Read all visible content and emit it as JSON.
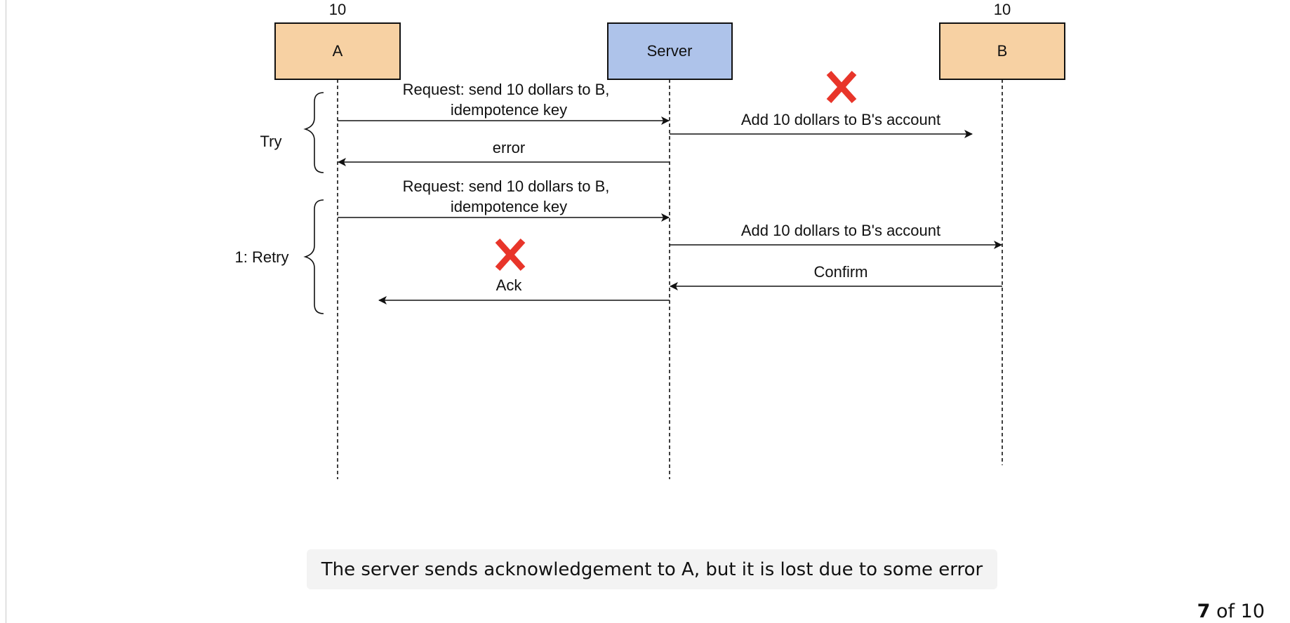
{
  "diagram": {
    "participants": [
      {
        "id": "A",
        "label": "A",
        "balance": "10",
        "fill": "#f7d1a3"
      },
      {
        "id": "Server",
        "label": "Server",
        "balance": "",
        "fill": "#aec3ea"
      },
      {
        "id": "B",
        "label": "B",
        "balance": "10",
        "fill": "#f7d1a3"
      }
    ],
    "groups": [
      {
        "label": "Try"
      },
      {
        "label": "1: Retry"
      }
    ],
    "messages": {
      "try_request_line1": "Request: send 10 dollars to  B,",
      "try_request_line2": "idempotence key",
      "try_add": "Add 10 dollars to B's account",
      "try_error": "error",
      "retry_request_line1": "Request: send 10 dollars to  B,",
      "retry_request_line2": "idempotence key",
      "retry_add": "Add 10 dollars to B's account",
      "retry_confirm": "Confirm",
      "retry_ack": "Ack"
    },
    "failure_marker_color": "#e8352a",
    "failure_markers": [
      {
        "meaning": "lost message",
        "on": "try_add"
      },
      {
        "meaning": "lost message",
        "on": "retry_ack"
      }
    ]
  },
  "caption": "The server sends acknowledgement to A, but it is lost due to some error",
  "pager": {
    "current": "7",
    "suffix": "of 10"
  }
}
